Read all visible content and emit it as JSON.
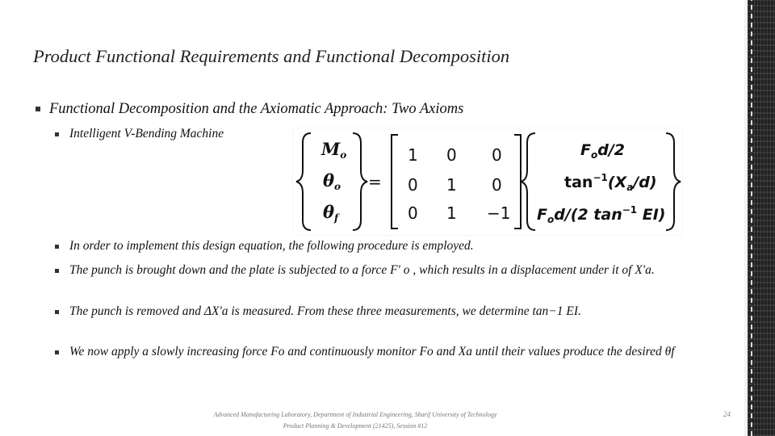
{
  "slide": {
    "title": "Product Functional Requirements and Functional Decomposition",
    "bullet_main": "Functional Decomposition and the Axiomatic Approach: Two Axioms",
    "sub_bullets": [
      "Intelligent V-Bending Machine",
      "In order to implement this design equation, the following procedure is employed.",
      "The punch is brought down and the plate is subjected to a force F' o , which results in a displacement under it of X'a.",
      "The punch is removed and ΔX'a is measured. From these three measurements, we determine tan−1 EI.",
      "We now apply a slowly increasing force Fo and continuously monitor Fo and Xa until their values produce the desired θf"
    ],
    "equation": {
      "lhs": [
        "M",
        "θ",
        "θ"
      ],
      "lhs_subs": [
        "o",
        "o",
        "f"
      ],
      "equals": "=",
      "matrix": [
        [
          "1",
          "0",
          "0"
        ],
        [
          "0",
          "1",
          "0"
        ],
        [
          "0",
          "1",
          "−1"
        ]
      ],
      "rhs": [
        "F",
        "tan",
        "F"
      ],
      "rhs_parts": {
        "r1_sub": "o",
        "r1_tail": "d/2",
        "r2_sup": "−1",
        "r2_open": "(X",
        "r2_sub": "a",
        "r2_tail": "/d)",
        "r3_sub": "o",
        "r3_mid": "d/(2 tan",
        "r3_sup": "−1",
        "r3_tail": " EI)"
      }
    },
    "footer_line1": "Advanced Manufacturing Laboratory, Department of Industrial Engineering, Sharif University of Technology",
    "footer_line2": "Product Planning & Development (21425), Session #12",
    "page_number": "24"
  },
  "colors": {
    "text": "#111111",
    "strip": "#222222",
    "footer": "#777777"
  }
}
